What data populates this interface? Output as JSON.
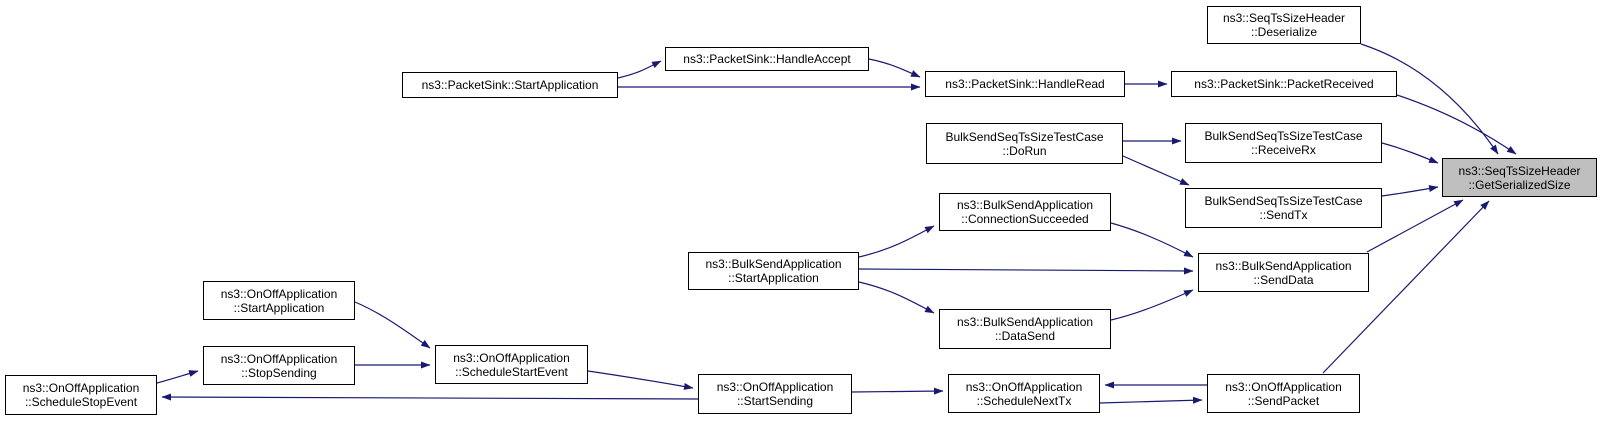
{
  "diagram": {
    "type": "doxygen-caller-graph",
    "highlighted_node": "ns3::SeqTsSizeHeader::GetSerializedSize",
    "colors": {
      "edge": "#191970",
      "node_border": "#000000",
      "node_fill": "#ffffff",
      "highlight_fill": "#bfbfbf",
      "text": "#000000",
      "background": "#ffffff"
    },
    "nodes": [
      {
        "id": "seqts-deserialize",
        "lines": [
          "ns3::SeqTsSizeHeader",
          "::Deserialize"
        ],
        "highlighted": false
      },
      {
        "id": "ps-packetreceived",
        "lines": [
          "ns3::PacketSink::PacketReceived"
        ],
        "highlighted": false
      },
      {
        "id": "ps-startapplication",
        "lines": [
          "ns3::PacketSink::StartApplication"
        ],
        "highlighted": false
      },
      {
        "id": "ps-handleaccept",
        "lines": [
          "ns3::PacketSink::HandleAccept"
        ],
        "highlighted": false
      },
      {
        "id": "ps-handleread",
        "lines": [
          "ns3::PacketSink::HandleRead"
        ],
        "highlighted": false
      },
      {
        "id": "bulktest-dorun",
        "lines": [
          "BulkSendSeqTsSizeTestCase",
          "::DoRun"
        ],
        "highlighted": false
      },
      {
        "id": "bulktest-receiverx",
        "lines": [
          "BulkSendSeqTsSizeTestCase",
          "::ReceiveRx"
        ],
        "highlighted": false
      },
      {
        "id": "bulktest-sendtx",
        "lines": [
          "BulkSendSeqTsSizeTestCase",
          "::SendTx"
        ],
        "highlighted": false
      },
      {
        "id": "bulk-connsucceeded",
        "lines": [
          "ns3::BulkSendApplication",
          "::ConnectionSucceeded"
        ],
        "highlighted": false
      },
      {
        "id": "bulk-startapplication",
        "lines": [
          "ns3::BulkSendApplication",
          "::StartApplication"
        ],
        "highlighted": false
      },
      {
        "id": "bulk-datasend",
        "lines": [
          "ns3::BulkSendApplication",
          "::DataSend"
        ],
        "highlighted": false
      },
      {
        "id": "bulk-senddata",
        "lines": [
          "ns3::BulkSendApplication",
          "::SendData"
        ],
        "highlighted": false
      },
      {
        "id": "seqts-getserializedsize",
        "lines": [
          "ns3::SeqTsSizeHeader",
          "::GetSerializedSize"
        ],
        "highlighted": true
      },
      {
        "id": "onoff-startapplication",
        "lines": [
          "ns3::OnOffApplication",
          "::StartApplication"
        ],
        "highlighted": false
      },
      {
        "id": "onoff-stopsending",
        "lines": [
          "ns3::OnOffApplication",
          "::StopSending"
        ],
        "highlighted": false
      },
      {
        "id": "onoff-schedulestopevent",
        "lines": [
          "ns3::OnOffApplication",
          "::ScheduleStopEvent"
        ],
        "highlighted": false
      },
      {
        "id": "onoff-schedulestartevent",
        "lines": [
          "ns3::OnOffApplication",
          "::ScheduleStartEvent"
        ],
        "highlighted": false
      },
      {
        "id": "onoff-startsending",
        "lines": [
          "ns3::OnOffApplication",
          "::StartSending"
        ],
        "highlighted": false
      },
      {
        "id": "onoff-schedulenexttx",
        "lines": [
          "ns3::OnOffApplication",
          "::ScheduleNextTx"
        ],
        "highlighted": false
      },
      {
        "id": "onoff-sendpacket",
        "lines": [
          "ns3::OnOffApplication",
          "::SendPacket"
        ],
        "highlighted": false
      }
    ],
    "edges": [
      {
        "from": "ns3::PacketSink::StartApplication",
        "to": "ns3::PacketSink::HandleAccept"
      },
      {
        "from": "ns3::PacketSink::StartApplication",
        "to": "ns3::PacketSink::HandleRead"
      },
      {
        "from": "ns3::PacketSink::HandleAccept",
        "to": "ns3::PacketSink::HandleRead"
      },
      {
        "from": "ns3::PacketSink::HandleRead",
        "to": "ns3::PacketSink::PacketReceived"
      },
      {
        "from": "ns3::PacketSink::PacketReceived",
        "to": "ns3::SeqTsSizeHeader::GetSerializedSize"
      },
      {
        "from": "ns3::SeqTsSizeHeader::Deserialize",
        "to": "ns3::SeqTsSizeHeader::GetSerializedSize"
      },
      {
        "from": "BulkSendSeqTsSizeTestCase::DoRun",
        "to": "BulkSendSeqTsSizeTestCase::ReceiveRx"
      },
      {
        "from": "BulkSendSeqTsSizeTestCase::DoRun",
        "to": "BulkSendSeqTsSizeTestCase::SendTx"
      },
      {
        "from": "BulkSendSeqTsSizeTestCase::ReceiveRx",
        "to": "ns3::SeqTsSizeHeader::GetSerializedSize"
      },
      {
        "from": "BulkSendSeqTsSizeTestCase::SendTx",
        "to": "ns3::SeqTsSizeHeader::GetSerializedSize"
      },
      {
        "from": "ns3::BulkSendApplication::StartApplication",
        "to": "ns3::BulkSendApplication::ConnectionSucceeded"
      },
      {
        "from": "ns3::BulkSendApplication::StartApplication",
        "to": "ns3::BulkSendApplication::SendData"
      },
      {
        "from": "ns3::BulkSendApplication::StartApplication",
        "to": "ns3::BulkSendApplication::DataSend"
      },
      {
        "from": "ns3::BulkSendApplication::ConnectionSucceeded",
        "to": "ns3::BulkSendApplication::SendData"
      },
      {
        "from": "ns3::BulkSendApplication::DataSend",
        "to": "ns3::BulkSendApplication::SendData"
      },
      {
        "from": "ns3::BulkSendApplication::SendData",
        "to": "ns3::SeqTsSizeHeader::GetSerializedSize"
      },
      {
        "from": "ns3::OnOffApplication::SendPacket",
        "to": "ns3::SeqTsSizeHeader::GetSerializedSize"
      },
      {
        "from": "ns3::OnOffApplication::StartApplication",
        "to": "ns3::OnOffApplication::ScheduleStartEvent"
      },
      {
        "from": "ns3::OnOffApplication::StopSending",
        "to": "ns3::OnOffApplication::ScheduleStartEvent"
      },
      {
        "from": "ns3::OnOffApplication::ScheduleStopEvent",
        "to": "ns3::OnOffApplication::StopSending"
      },
      {
        "from": "ns3::OnOffApplication::ScheduleStartEvent",
        "to": "ns3::OnOffApplication::StartSending"
      },
      {
        "from": "ns3::OnOffApplication::StartSending",
        "to": "ns3::OnOffApplication::ScheduleNextTx"
      },
      {
        "from": "ns3::OnOffApplication::StartSending",
        "to": "ns3::OnOffApplication::ScheduleStopEvent"
      },
      {
        "from": "ns3::OnOffApplication::ScheduleNextTx",
        "to": "ns3::OnOffApplication::SendPacket"
      },
      {
        "from": "ns3::OnOffApplication::SendPacket",
        "to": "ns3::OnOffApplication::ScheduleNextTx"
      }
    ]
  }
}
